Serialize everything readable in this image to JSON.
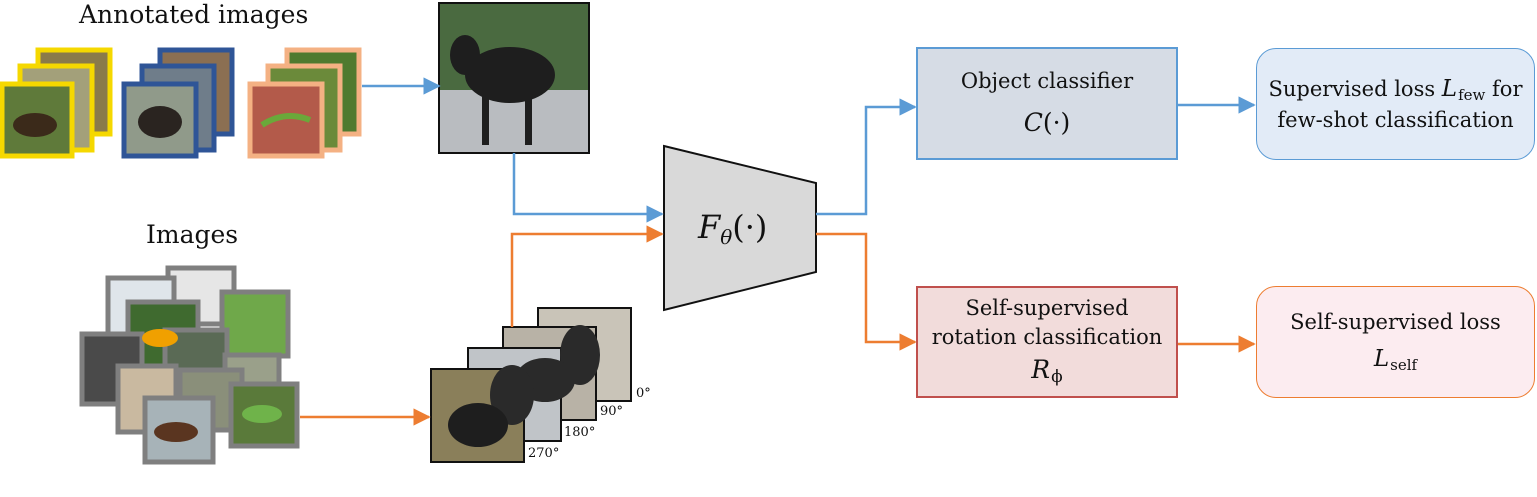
{
  "annotated_title": "Annotated images",
  "images_title": "Images",
  "encoder": {
    "symbol": "F",
    "sub": "θ",
    "arg": "(·)"
  },
  "object_classifier": {
    "line1": "Object classifier",
    "symbol": "C",
    "arg": "(·)"
  },
  "rotation_classifier": {
    "line1": "Self-supervised",
    "line2": "rotation classification",
    "symbol": "R",
    "sub": "ϕ"
  },
  "supervised_loss": {
    "line1_pre": "Supervised loss ",
    "symbol": "L",
    "sub": "few",
    "line1_post": " for",
    "line2": "few-shot classification"
  },
  "self_loss": {
    "line1": "Self-supervised loss",
    "symbol": "L",
    "sub": "self"
  },
  "rotations": [
    "0°",
    "90°",
    "180°",
    "270°"
  ],
  "colors": {
    "blue_arrow": "#5b9bd5",
    "orange_arrow": "#ed7d31",
    "yellow_frame": "#f5d800",
    "navy_frame": "#2f5597",
    "salmon_frame": "#f4b183",
    "gray_frame": "#7f7f7f",
    "classifier_fill": "#d6dce5",
    "classifier_border": "#5b9bd5",
    "rotation_fill": "#f2dcdb",
    "rotation_border": "#c0504d",
    "loss_blue_fill": "#e2ebf7",
    "loss_orange_fill": "#fcecf0",
    "encoder_fill": "#d9d9d9"
  }
}
